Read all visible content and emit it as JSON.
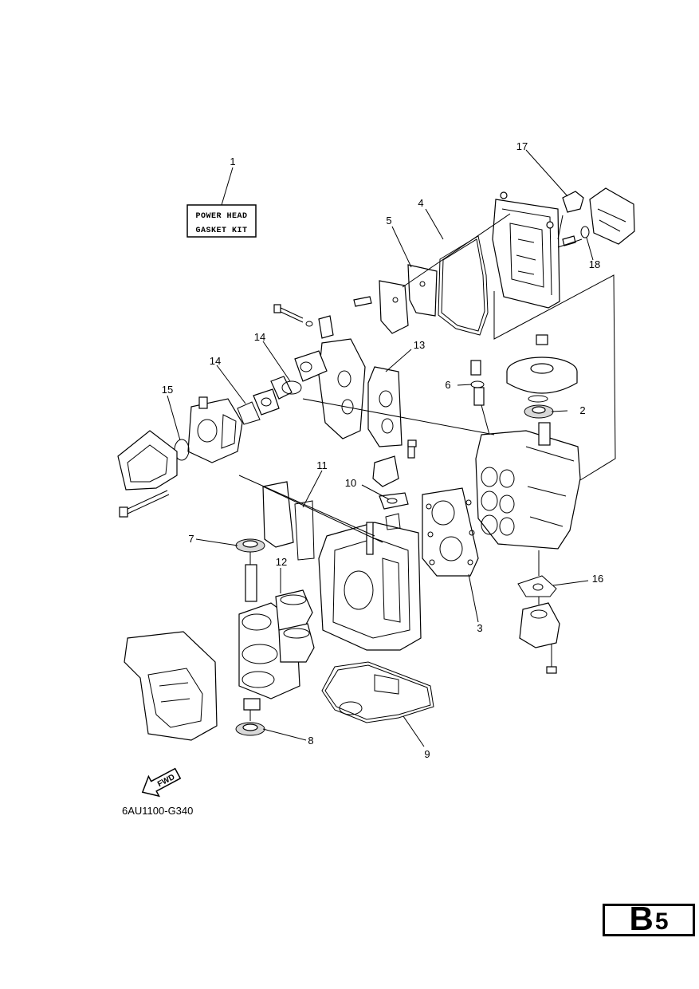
{
  "kit_label": {
    "line1": "POWER HEAD",
    "line2": "GASKET KIT"
  },
  "part_numbers": [
    "1",
    "2",
    "3",
    "4",
    "5",
    "6",
    "7",
    "8",
    "9",
    "10",
    "11",
    "12",
    "13",
    "14",
    "14",
    "15",
    "16",
    "17",
    "18"
  ],
  "fwd_label": "FWD",
  "reference_code": "6AU1100-G340",
  "page_badge": {
    "letter": "B",
    "number": "5"
  }
}
